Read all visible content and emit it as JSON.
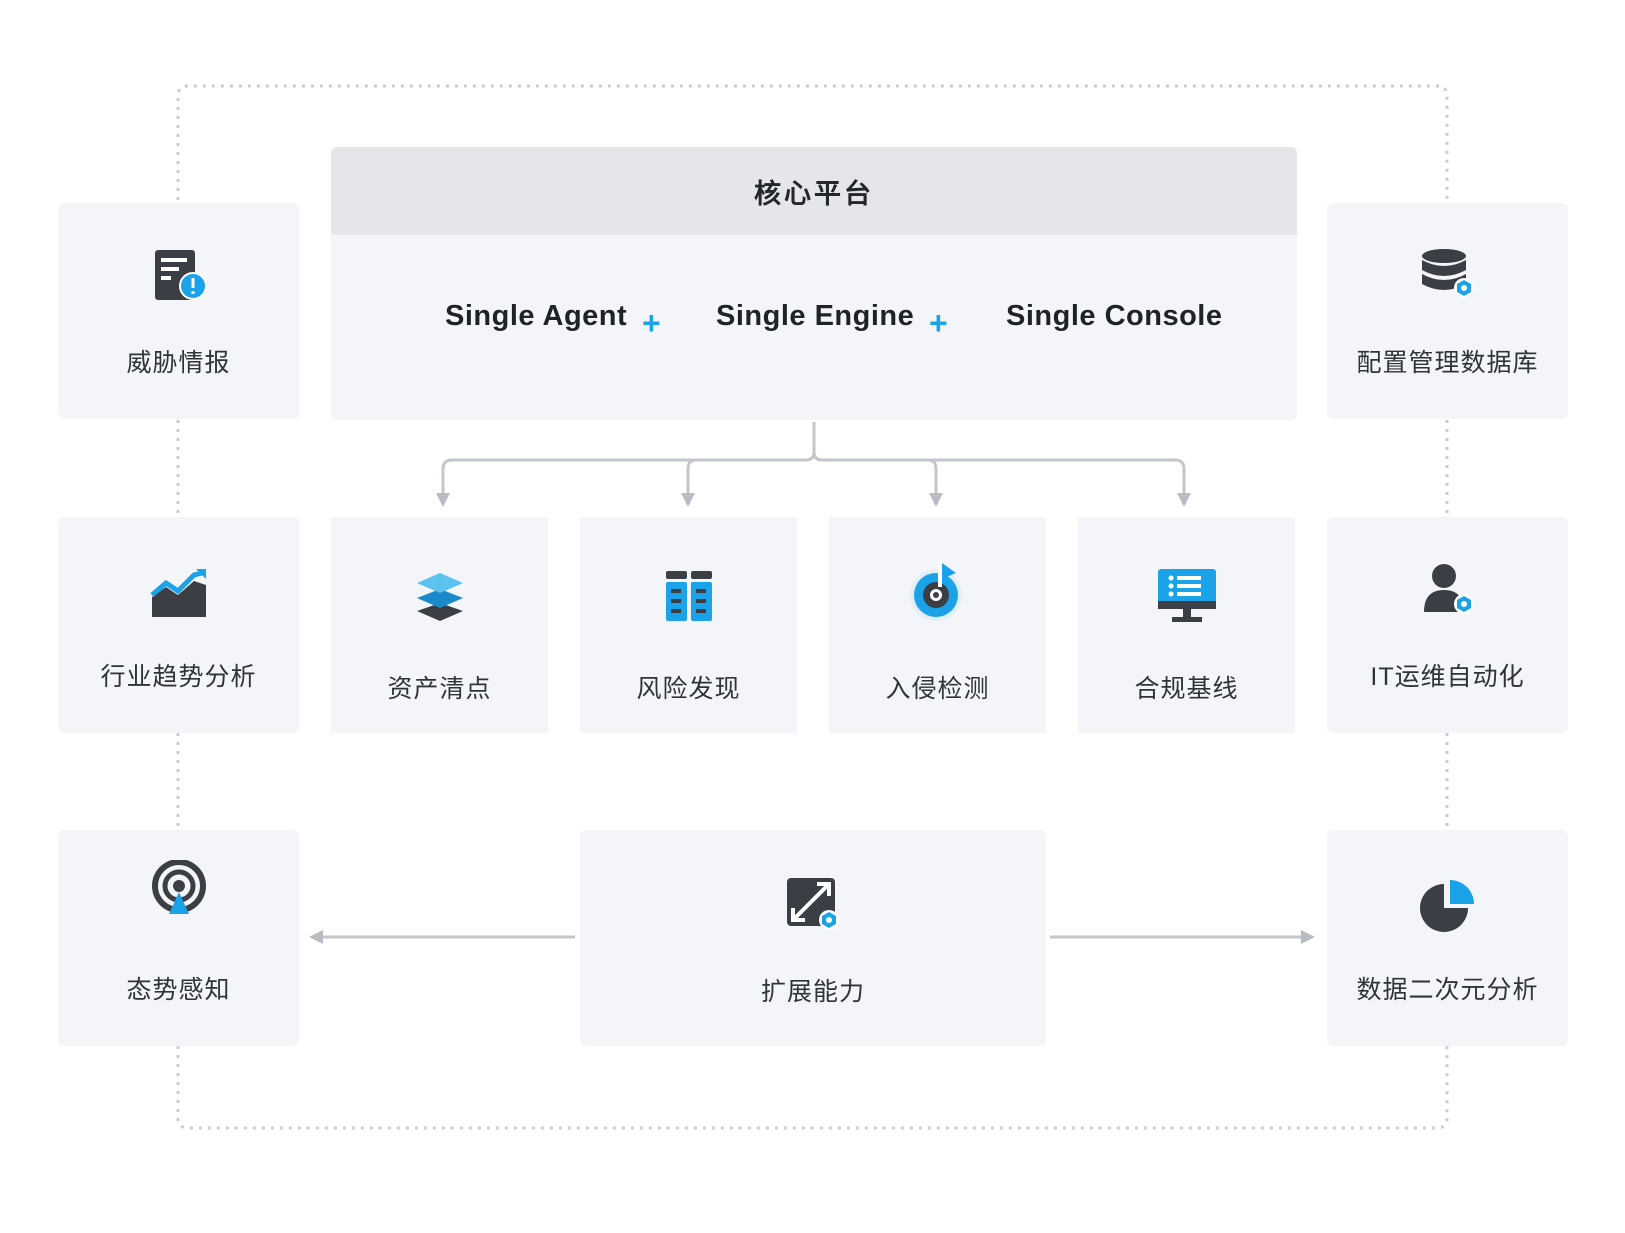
{
  "core": {
    "title": "核心平台",
    "agent": "Single Agent",
    "engine": "Single Engine",
    "console": "Single Console",
    "plus": "+"
  },
  "left": {
    "threat_intel": "威胁情报",
    "industry_trend": "行业趋势分析",
    "situation": "态势感知"
  },
  "right": {
    "cmdb": "配置管理数据库",
    "it_ops": "IT运维自动化",
    "data_analysis": "数据二次元分析"
  },
  "modules": {
    "asset": "资产清点",
    "risk": "风险发现",
    "intrusion": "入侵检测",
    "compliance": "合规基线"
  },
  "extension": {
    "label": "扩展能力"
  },
  "colors": {
    "accent": "#1aa3e8",
    "icon_dark": "#3b3f45",
    "card_bg": "#f4f5f8",
    "header_bg": "#e5e6ea",
    "connector": "#c3c6cc"
  }
}
